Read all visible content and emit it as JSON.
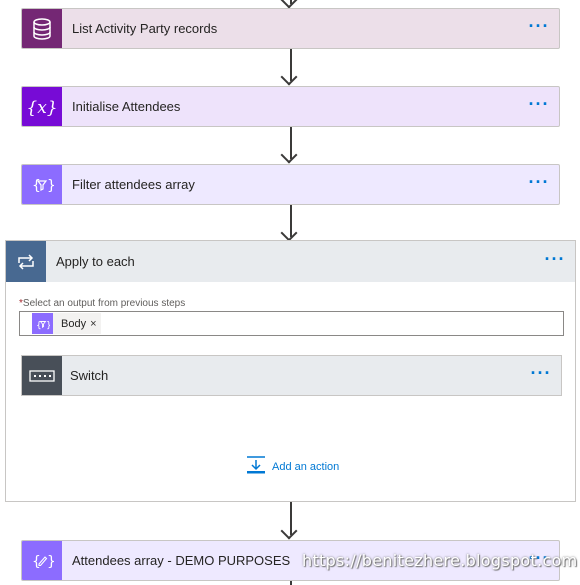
{
  "flow": {
    "list_activity_party": {
      "title": "List Activity Party records",
      "icon": "database-icon",
      "bg": "#ecdfe9",
      "icon_bg": "#742774"
    },
    "initialise_attendees": {
      "title": "Initialise Attendees",
      "icon": "variable-icon",
      "bg": "#eee3fb",
      "icon_bg": "#770bd6"
    },
    "filter_attendees": {
      "title": "Filter attendees array",
      "icon": "filter-array-icon",
      "bg": "#eee9ff",
      "icon_bg": "#8c6cff"
    },
    "apply_to_each": {
      "title": "Apply to each",
      "icon": "loop-icon",
      "field_required_mark": "*",
      "field_label": "Select an output from previous steps",
      "token_label": "Body",
      "token_close": "×",
      "switch": {
        "title": "Switch",
        "icon": "switch-icon"
      },
      "add_action_label": "Add an action"
    },
    "attendees_demo": {
      "title": "Attendees array - DEMO PURPOSES",
      "icon": "compose-icon",
      "bg": "#eee9ff",
      "icon_bg": "#8c6cff"
    },
    "more_label": "···"
  },
  "watermark": "https://benitezhere.blogspot.com"
}
